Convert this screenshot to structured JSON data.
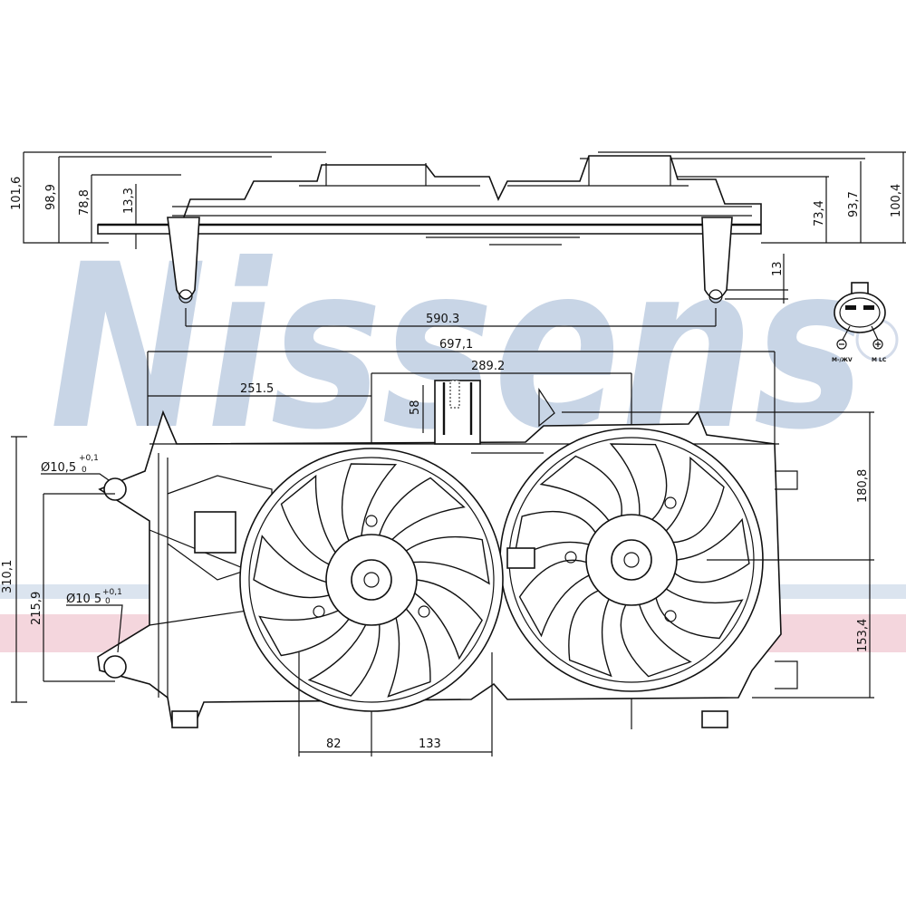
{
  "watermark": {
    "text": "Nissens",
    "registered_mark": "®",
    "color": "#c8d5e6",
    "stripe_blue": "#dbe4ef",
    "stripe_pink": "#f4d6dd"
  },
  "side_view": {
    "dims_left": [
      "101,6",
      "98,9",
      "78,8",
      "13,3"
    ],
    "dims_right": [
      "73,4",
      "93,7",
      "100,4"
    ],
    "dim_13": "13",
    "dim_width": "590.3"
  },
  "front_view": {
    "overall_width": "697,1",
    "fan_spacing": "289.2",
    "left_to_fan": "251.5",
    "connector_height": "58",
    "right_upper": "180,8",
    "right_lower": "153,4",
    "overall_height": "310,1",
    "mount_spacing": "215,9",
    "hole_upper": {
      "label": "Ø10,5",
      "tol_plus": "+0,1",
      "tol_zero": "0"
    },
    "hole_lower": {
      "label": "Ø10 5",
      "tol_plus": "+0,1",
      "tol_zero": "0"
    },
    "bottom_left": "82",
    "bottom_right": "133"
  },
  "connector": {
    "pin_minus_label": "M-/ЖV",
    "pin_plus_label": "M LC"
  }
}
